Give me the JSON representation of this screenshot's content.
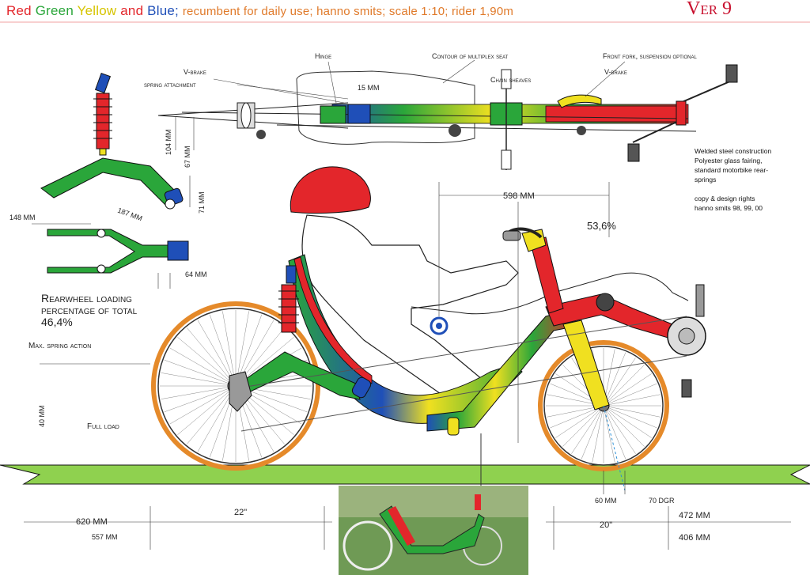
{
  "header": {
    "word_red": "Red",
    "word_green": "Green",
    "word_yellow": "Yellow",
    "word_and": "and",
    "word_blue": "Blue;",
    "subtitle": "recumbent for daily use; hanno smits; scale 1:10; rider 1,90m",
    "version": "Ver 9"
  },
  "top_labels": {
    "hinge": "Hinge",
    "seat_contour": "Contour of multiplex seat",
    "front_fork": "Front fork, suspension optional",
    "vbrake_left": "V-brake",
    "spring_attachment": "spring attachment",
    "vbrake_right": "V-brake",
    "chain_sheaves": "Chain sheaves",
    "dim_mm_top": "15 MM",
    "dim_104": "104 MM",
    "dim_67": "67 MM"
  },
  "notes": {
    "line1": "Welded steel construction",
    "line2": "Polyester glass fairing,",
    "line3": "standard motorbike rear-",
    "line4": "springs",
    "line5": "copy & design rights",
    "line6": "hanno smits 98, 99, 00"
  },
  "detail_labels": {
    "dim_148": "148 MM",
    "dim_187": "187 MM",
    "dim_71": "71 MM",
    "dim_64": "64 MM"
  },
  "side_labels": {
    "dim_598": "598 MM",
    "front_pct": "53,6%",
    "rear_loading": "Rearwheel loading",
    "rear_pct_total": "percentage of total",
    "rear_pct": "46,4%",
    "max_spring": "Max. spring action",
    "dim_40": "40 MM",
    "full_load": "Full load",
    "dim_60": "60 MM",
    "angle_70": "70 DGR"
  },
  "bottom_labels": {
    "dim_22in": "22\"",
    "dim_620": "620 MM",
    "dim_557": "557 MM",
    "dim_20in": "20\"",
    "dim_472": "472 MM",
    "dim_406": "406 MM"
  },
  "colors": {
    "red": "#e3262b",
    "green": "#2aa63a",
    "yellow": "#f0e020",
    "blue": "#1f4fb8",
    "road": "#8fd14f",
    "tire": "#e58a2a",
    "helmet": "#d9261f"
  }
}
